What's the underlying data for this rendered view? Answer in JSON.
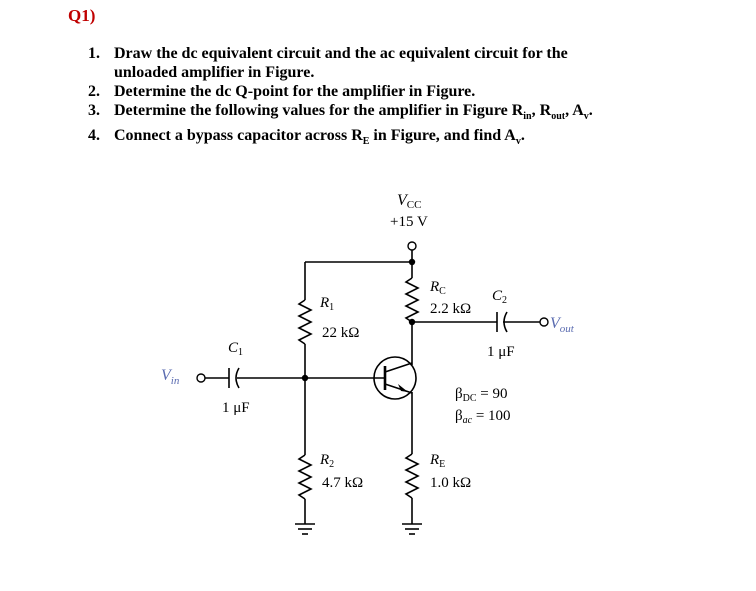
{
  "heading": "Q1)",
  "questions": [
    {
      "num": "1.",
      "line1": "Draw the dc equivalent circuit and the ac equivalent circuit for the",
      "line2": "unloaded amplifier in Figure."
    },
    {
      "num": "2.",
      "text": "Determine the dc Q-point for the amplifier in Figure."
    },
    {
      "num": "3.",
      "pre": "Determine the following values for the amplifier in Figure R",
      "sub1": "in",
      "mid1": ", R",
      "sub2": "out",
      "mid2": ", A",
      "sub3": "v",
      "post": "."
    },
    {
      "num": "4.",
      "pre": "Connect a bypass capacitor across R",
      "sub1": "E",
      "mid1": " in Figure, and find A",
      "sub2": "v",
      "post": "."
    }
  ],
  "circuit": {
    "vcc": {
      "label": "V",
      "sub": "CC",
      "value": "+15 V"
    },
    "r1": {
      "label": "R",
      "sub": "1",
      "value": "22 kΩ"
    },
    "r2": {
      "label": "R",
      "sub": "2",
      "value": "4.7 kΩ"
    },
    "rc": {
      "label": "R",
      "sub": "C",
      "value": "2.2 kΩ"
    },
    "re": {
      "label": "R",
      "sub": "E",
      "value": "1.0 kΩ"
    },
    "c1": {
      "label": "C",
      "sub": "1",
      "value": "1 μF"
    },
    "c2": {
      "label": "C",
      "sub": "2",
      "value": "1 μF"
    },
    "vin": {
      "label": "V",
      "sub": "in"
    },
    "vout": {
      "label": "V",
      "sub": "out"
    },
    "beta_dc": {
      "label": "β",
      "sub": "DC",
      "value": " = 90"
    },
    "beta_ac": {
      "label": "β",
      "sub": "ac",
      "value": " = 100"
    },
    "accent_color": "#5a6bb0"
  }
}
